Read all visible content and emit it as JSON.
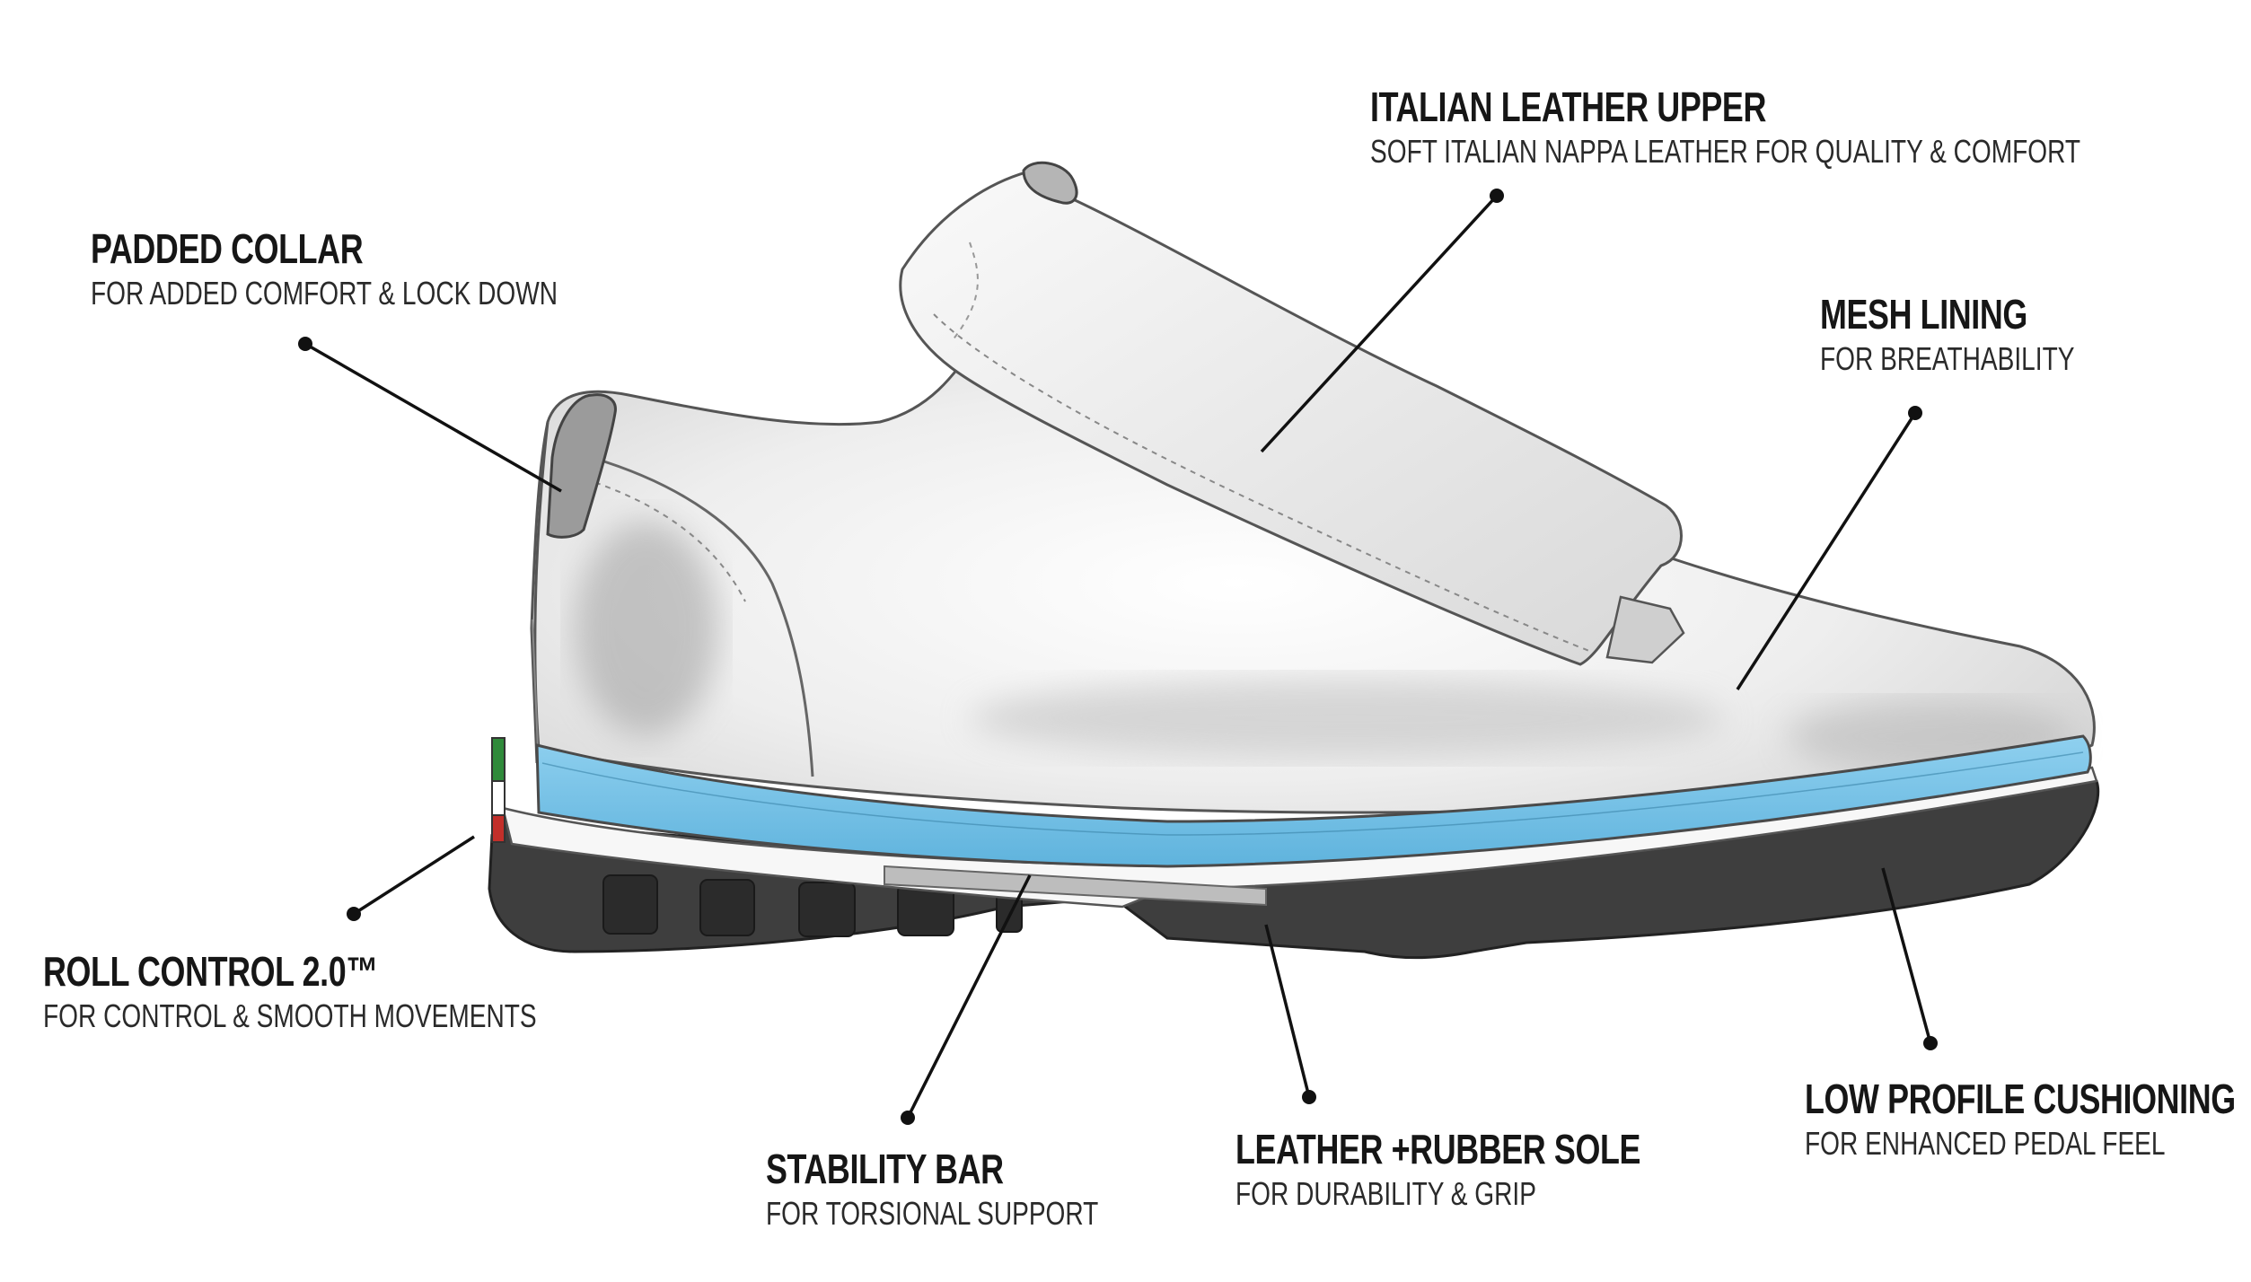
{
  "callouts": [
    {
      "id": "italian-leather-upper",
      "title": "ITALIAN LEATHER UPPER",
      "subtitle": "SOFT ITALIAN NAPPA LEATHER FOR QUALITY & COMFORT"
    },
    {
      "id": "padded-collar",
      "title": "PADDED COLLAR",
      "subtitle": "FOR ADDED COMFORT & LOCK DOWN"
    },
    {
      "id": "mesh-lining",
      "title": "MESH LINING",
      "subtitle": "FOR BREATHABILITY"
    },
    {
      "id": "roll-control",
      "title": "ROLL CONTROL 2.0™",
      "subtitle": "FOR CONTROL & SMOOTH MOVEMENTS"
    },
    {
      "id": "stability-bar",
      "title": "STABILITY BAR",
      "subtitle": "FOR TORSIONAL SUPPORT"
    },
    {
      "id": "leather-rubber-sole",
      "title": "LEATHER +RUBBER SOLE",
      "subtitle": "FOR DURABILITY & GRIP"
    },
    {
      "id": "low-profile-cushioning",
      "title": "LOW PROFILE CUSHIONING",
      "subtitle": "FOR ENHANCED PEDAL FEEL"
    }
  ],
  "colors": {
    "text": "#161616",
    "leader": "#111111",
    "foam": "#6fc0e6",
    "outsole": "#3e3e3e",
    "upper": "#f1f1f1",
    "outline": "#5a5a5a",
    "flag_green": "#2f8a3a",
    "flag_white": "#ffffff",
    "flag_red": "#c22f2a"
  }
}
